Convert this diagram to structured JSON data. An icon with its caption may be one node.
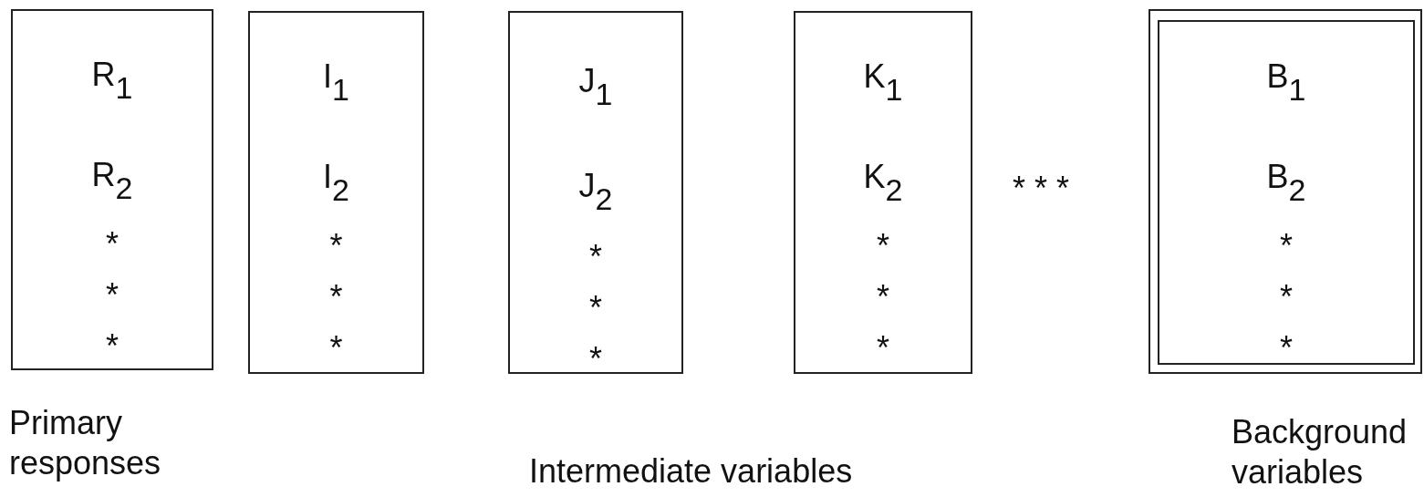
{
  "diagram": {
    "nodes": [
      {
        "text": [
          "R$_{1}$",
          "R$_{2}$",
          "* * *"
        ],
        "beside": [
          "Primary responses"
        ]
      },
      {
        "text": [
          "I$_{1}$",
          "I$_{2}$",
          "* * *"
        ]
      },
      {
        "text": [
          "J$_{1}$",
          "J$_{2}$",
          "* * *"
        ]
      },
      {
        "text": [
          "K$_{1}$",
          "K$_{2}$",
          "* * *"
        ]
      },
      {
        "text": [],
        "shape": "box"
      },
      {
        "text": [
          "B$_{1}$",
          "B$_{2}$",
          "* * *"
        ],
        "in": 4,
        "beside": [
          "Background variables"
        ]
      }
    ],
    "labels": [
      "* * *",
      "Intermediate variables"
    ]
  }
}
